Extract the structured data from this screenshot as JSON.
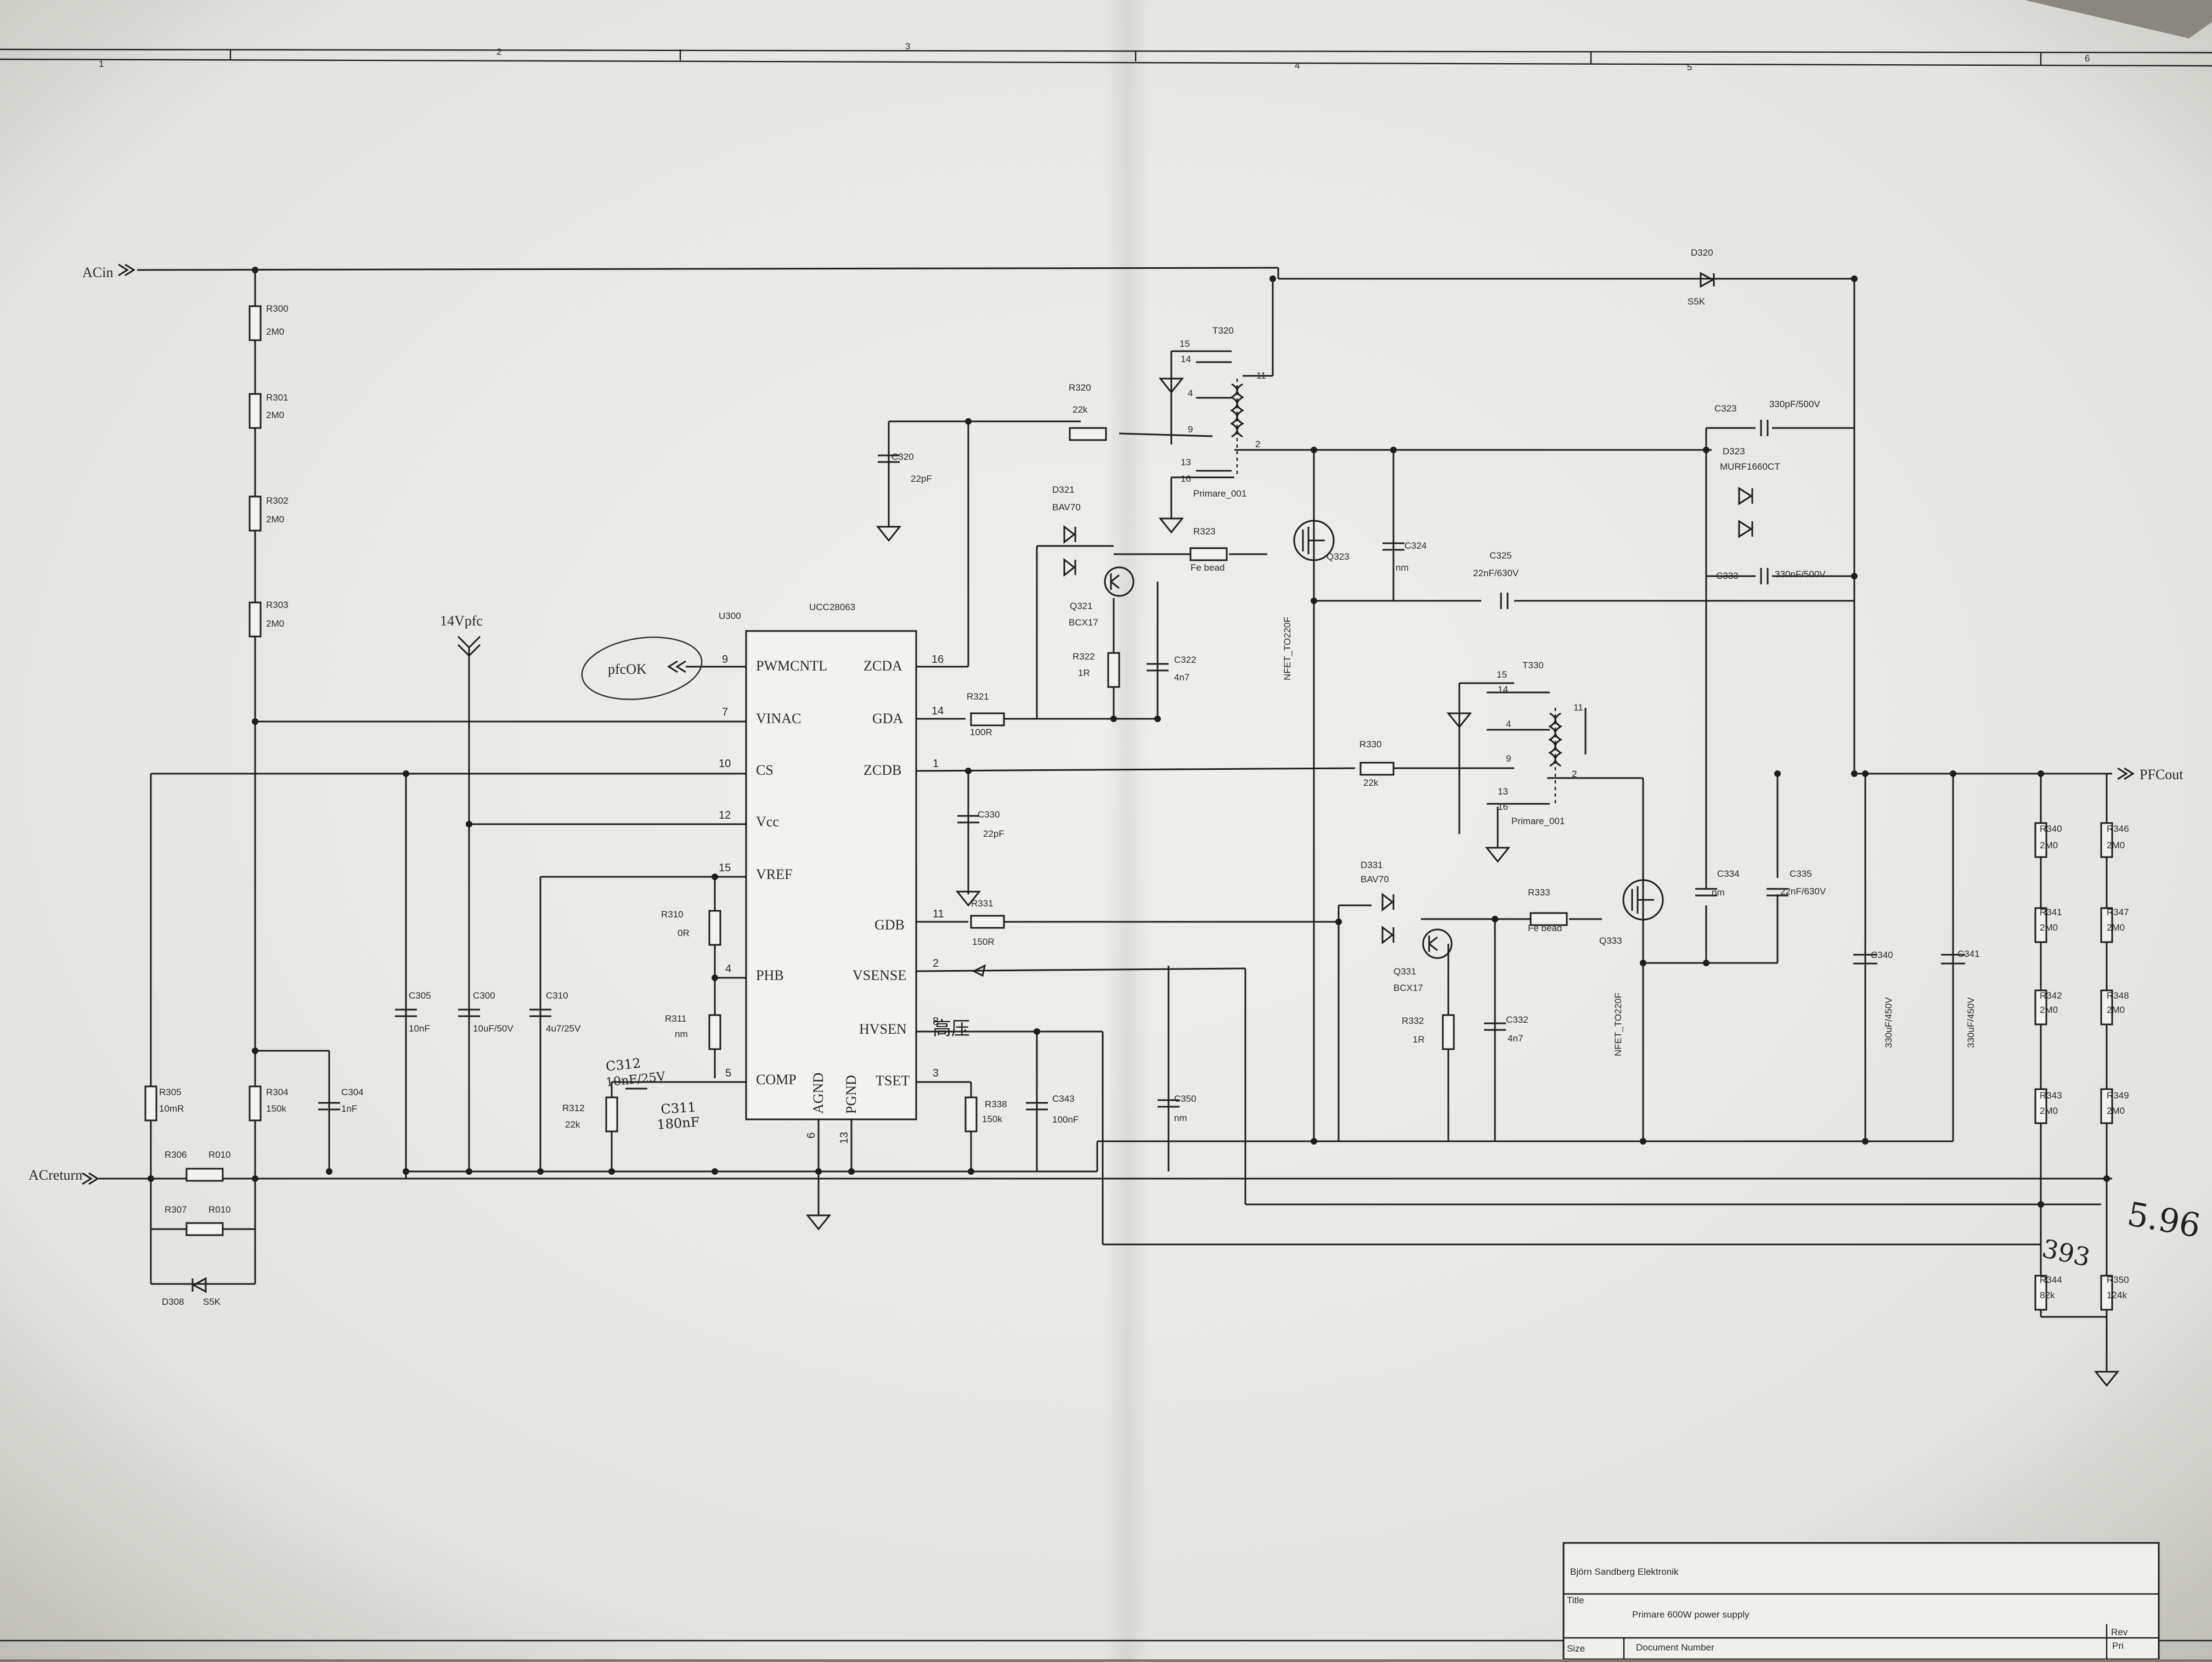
{
  "grid": {
    "columns": [
      "1",
      "2",
      "3",
      "4",
      "5",
      "6"
    ]
  },
  "nets": {
    "ac_in": "ACin",
    "ac_return": "ACreturn",
    "pfc_out": "PFCout",
    "vcc": "14Vpfc",
    "pfc_ok": "pfcOK"
  },
  "ic": {
    "ref": "U300",
    "part": "UCC28063",
    "left_pins": [
      {
        "num": "9",
        "name": "PWMCNTL"
      },
      {
        "num": "7",
        "name": "VINAC"
      },
      {
        "num": "10",
        "name": "CS"
      },
      {
        "num": "12",
        "name": "Vcc"
      },
      {
        "num": "15",
        "name": "VREF"
      },
      {
        "num": "4",
        "name": "PHB"
      },
      {
        "num": "5",
        "name": "COMP"
      }
    ],
    "right_pins": [
      {
        "num": "16",
        "name": "ZCDA"
      },
      {
        "num": "14",
        "name": "GDA"
      },
      {
        "num": "1",
        "name": "ZCDB"
      },
      {
        "num": "11",
        "name": "GDB"
      },
      {
        "num": "2",
        "name": "VSENSE"
      },
      {
        "num": "8",
        "name": "HVSEN"
      },
      {
        "num": "3",
        "name": "TSET"
      }
    ],
    "bottom_pins": [
      {
        "num": "6",
        "name": "AGND"
      },
      {
        "num": "13",
        "name": "PGND"
      }
    ]
  },
  "components": [
    {
      "ref": "R300",
      "value": "2M0"
    },
    {
      "ref": "R301",
      "value": "2M0"
    },
    {
      "ref": "R302",
      "value": "2M0"
    },
    {
      "ref": "R303",
      "value": "2M0"
    },
    {
      "ref": "R304",
      "value": "150k"
    },
    {
      "ref": "C304",
      "value": "1nF"
    },
    {
      "ref": "R305",
      "value": "10mR"
    },
    {
      "ref": "R306",
      "value": "R010"
    },
    {
      "ref": "R307",
      "value": "R010"
    },
    {
      "ref": "D308",
      "value": "S5K"
    },
    {
      "ref": "C305",
      "value": "10nF"
    },
    {
      "ref": "C300",
      "value": "10uF/50V"
    },
    {
      "ref": "C310",
      "value": "4u7/25V"
    },
    {
      "ref": "R310",
      "value": "0R"
    },
    {
      "ref": "R311",
      "value": "nm"
    },
    {
      "ref": "R312",
      "value": "22k"
    },
    {
      "ref": "C312",
      "value": ""
    },
    {
      "ref": "C311",
      "value": ""
    },
    {
      "ref": "C320",
      "value": "22pF"
    },
    {
      "ref": "R320",
      "value": "22k"
    },
    {
      "ref": "T320",
      "value": "Primare_001"
    },
    {
      "ref": "D321",
      "value": "BAV70"
    },
    {
      "ref": "Q321",
      "value": "BCX17"
    },
    {
      "ref": "R321",
      "value": "100R"
    },
    {
      "ref": "R322",
      "value": "1R"
    },
    {
      "ref": "C322",
      "value": "4n7"
    },
    {
      "ref": "R323",
      "value": "Fe bead"
    },
    {
      "ref": "Q323",
      "value": "NFET_TO220F"
    },
    {
      "ref": "C324",
      "value": "nm"
    },
    {
      "ref": "C325",
      "value": "22nF/630V"
    },
    {
      "ref": "D320",
      "value": "S5K"
    },
    {
      "ref": "C323",
      "value": "330pF/500V"
    },
    {
      "ref": "D323",
      "value": "MURF1660CT"
    },
    {
      "ref": "C333",
      "value": "330nF/500V"
    },
    {
      "ref": "C330",
      "value": "22pF"
    },
    {
      "ref": "R330",
      "value": "22k"
    },
    {
      "ref": "T330",
      "value": "Primare_001"
    },
    {
      "ref": "R331",
      "value": "150R"
    },
    {
      "ref": "D331",
      "value": "BAV70"
    },
    {
      "ref": "Q331",
      "value": "BCX17"
    },
    {
      "ref": "R332",
      "value": "1R"
    },
    {
      "ref": "C332",
      "value": "4n7"
    },
    {
      "ref": "R333",
      "value": "Fe bead"
    },
    {
      "ref": "Q333",
      "value": "NFET_TO220F"
    },
    {
      "ref": "C334",
      "value": "nm"
    },
    {
      "ref": "C335",
      "value": "22nF/630V"
    },
    {
      "ref": "R338",
      "value": "150k"
    },
    {
      "ref": "C343",
      "value": "100nF"
    },
    {
      "ref": "C350",
      "value": "nm"
    },
    {
      "ref": "C340",
      "value": "330uF/450V"
    },
    {
      "ref": "C341",
      "value": "330uF/450V"
    },
    {
      "ref": "R340",
      "value": "2M0"
    },
    {
      "ref": "R341",
      "value": "2M0"
    },
    {
      "ref": "R342",
      "value": "2M0"
    },
    {
      "ref": "R343",
      "value": "2M0"
    },
    {
      "ref": "R344",
      "value": "82k"
    },
    {
      "ref": "R346",
      "value": "2M0"
    },
    {
      "ref": "R347",
      "value": "2M0"
    },
    {
      "ref": "R348",
      "value": "2M0"
    },
    {
      "ref": "R349",
      "value": "2M0"
    },
    {
      "ref": "R350",
      "value": "124k"
    }
  ],
  "handwritten": {
    "c312_note": "10nF/25V",
    "c311_note": "180nF",
    "hvsen_note": "高压",
    "ratio_a": "5.96",
    "ratio_b": "393"
  },
  "title_block": {
    "company": "Björn Sandberg Elektronik",
    "title_label": "Title",
    "title": "Primare 600W power supply",
    "size_label": "Size",
    "doc_label": "Document Number",
    "rev_label": "Rev",
    "rev": "Pri"
  }
}
